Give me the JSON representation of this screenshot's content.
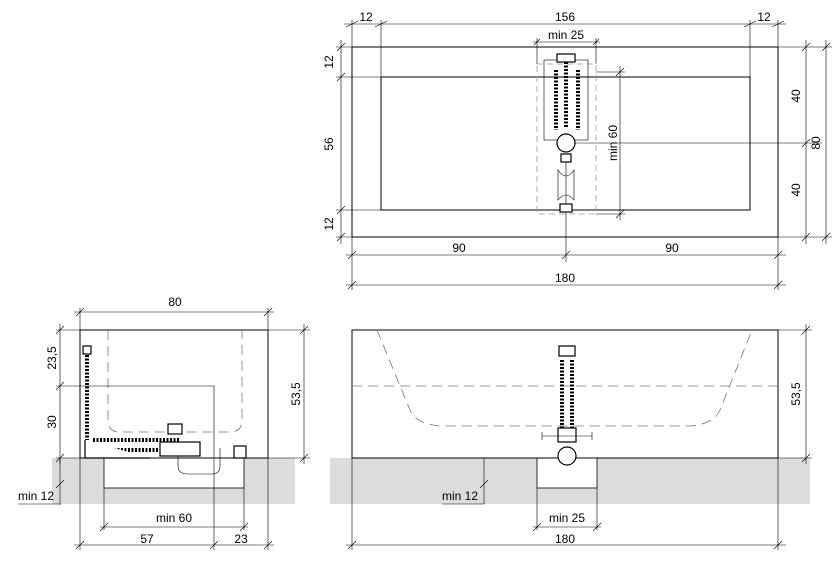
{
  "top_view": {
    "d_left": "12",
    "d_width_inner": "156",
    "d_right": "12",
    "d_mixer_gap": "min 25",
    "d_top": "12",
    "d_mid": "56",
    "d_bottom": "12",
    "d_half_upper": "40",
    "d_half_lower": "40",
    "d_total_depth": "80",
    "d_riser_height": "min 60",
    "d_half_left": "90",
    "d_half_right": "90",
    "d_total_length": "180"
  },
  "side_view": {
    "d_width": "80",
    "d_upper": "23,5",
    "d_lower": "30",
    "d_height": "53,5",
    "d_min_depth": "min 12",
    "d_min_pit": "min  60",
    "d_base_left": "57",
    "d_base_right": "23"
  },
  "front_view": {
    "d_height": "53,5",
    "d_min_depth": "min 12",
    "d_pit_width": "min  25",
    "d_length": "180"
  }
}
